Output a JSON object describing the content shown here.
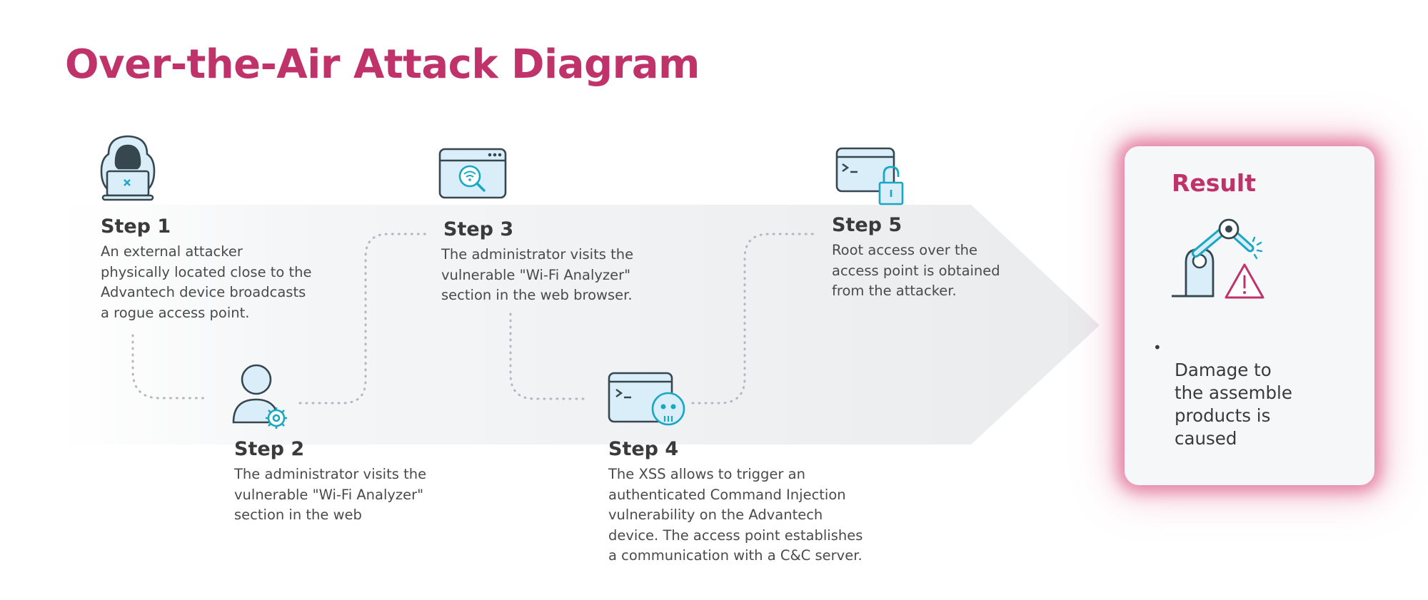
{
  "title": "Over-the-Air Attack Diagram",
  "colors": {
    "accent": "#c0336a",
    "icon_stroke": "#37474f",
    "icon_fill": "#d9eef8",
    "icon_teal": "#1aa7c4",
    "arrow_band": "#eceef0"
  },
  "steps": [
    {
      "heading": "Step 1",
      "icon": "hooded-hacker-laptop-icon",
      "description": "An external attacker\nphysically located close to the\nAdvantech device broadcasts\na rogue access point."
    },
    {
      "heading": "Step 2",
      "icon": "administrator-user-gear-icon",
      "description": "The administrator visits the\nvulnerable \"Wi-Fi Analyzer\"\nsection in the web"
    },
    {
      "heading": "Step 3",
      "icon": "browser-wifi-search-icon",
      "description": "The administrator visits the\nvulnerable \"Wi-Fi Analyzer\"\nsection in the web browser."
    },
    {
      "heading": "Step 4",
      "icon": "terminal-skull-icon",
      "description": "The XSS allows to trigger an\nauthenticated Command Injection\nvulnerability on the Advantech\ndevice. The access point establishes\na communication with a C&C server."
    },
    {
      "heading": "Step 5",
      "icon": "terminal-unlocked-padlock-icon",
      "description": "Root access over the\naccess point is obtained\nfrom the attacker."
    }
  ],
  "result": {
    "title": "Result",
    "icon": "robotic-arm-warning-icon",
    "items": [
      "Damage to\nthe assemble\nproducts is\ncaused"
    ]
  }
}
